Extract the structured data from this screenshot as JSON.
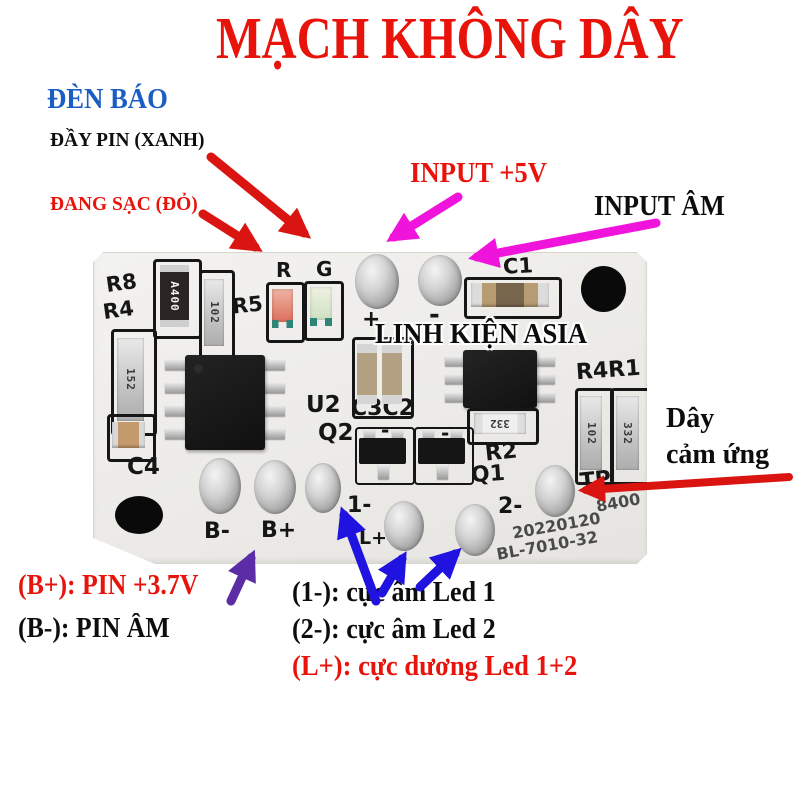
{
  "title": "MẠCH KHÔNG DÂY",
  "colors": {
    "title_red": "#e8140c",
    "label_blue": "#1a5dc4",
    "red_arrow": "#da1410",
    "magenta_arrow": "#f013dc",
    "purple_arrow": "#5b2ca6",
    "blue_arrow": "#2012df",
    "silkscreen": "#161616"
  },
  "annotations": {
    "den_bao": "ĐÈN BÁO",
    "day_pin": "ĐẦY PIN (XANH)",
    "dang_sac": "ĐANG SẠC (ĐỎ)",
    "input_5v": "INPUT +5V",
    "input_am": "INPUT ÂM",
    "day_cam_ung_line1": "Dây",
    "day_cam_ung_line2": "cảm ứng",
    "b_plus": "(B+): PIN +3.7V",
    "b_minus": "(B-): PIN ÂM",
    "led1": "(1-): cực âm Led 1",
    "led2": "(2-): cực âm Led 2",
    "l_plus": "(L+): cực dương Led 1+2"
  },
  "board": {
    "watermark": "LINH KIỆN ASIA",
    "silkscreen": {
      "r8": "R8",
      "r4": "R4",
      "r5": "R5",
      "led_r": "R",
      "led_g": "G",
      "c1": "C1",
      "u2": "U2",
      "q2": "Q2",
      "c3c2": "C3C2",
      "r2": "R2",
      "q1": "Q1",
      "r4r1": "R4R1",
      "c4": "C4",
      "plus": "+",
      "minus": "-",
      "b_minus": "B-",
      "b_plus": "B+",
      "pad_1": "1-",
      "pad_l": "L+",
      "pad_2": "2-",
      "tp": "TP"
    },
    "components": {
      "a400": "A400",
      "res_102a": "102",
      "res_152": "152",
      "res_332h": "332",
      "res_102b": "102",
      "res_332b": "332"
    },
    "etched": {
      "code": "8400",
      "date": "20220120",
      "model": "BL-7010-32"
    }
  }
}
